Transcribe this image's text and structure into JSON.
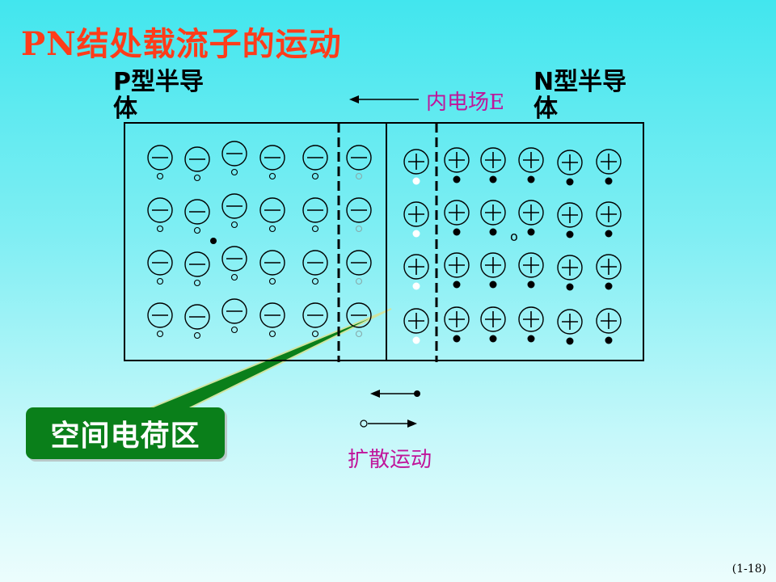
{
  "title": "PN结处载流子的运动",
  "p_region_label": "P型半导体",
  "n_region_label": "N型半导体",
  "field_label": "内电场E",
  "space_charge_label": "空间电荷区",
  "diffusion_label": "扩散运动",
  "page_number": "(1-18)",
  "neg_ion_symbol": "—",
  "pos_ion_symbol": "+",
  "stray_carrier_symbol": "o",
  "colors": {
    "title": "#ff3c1a",
    "annotation": "#c0149a",
    "callout_bg": "#0a7f1a",
    "callout_text": "#ffffff"
  }
}
